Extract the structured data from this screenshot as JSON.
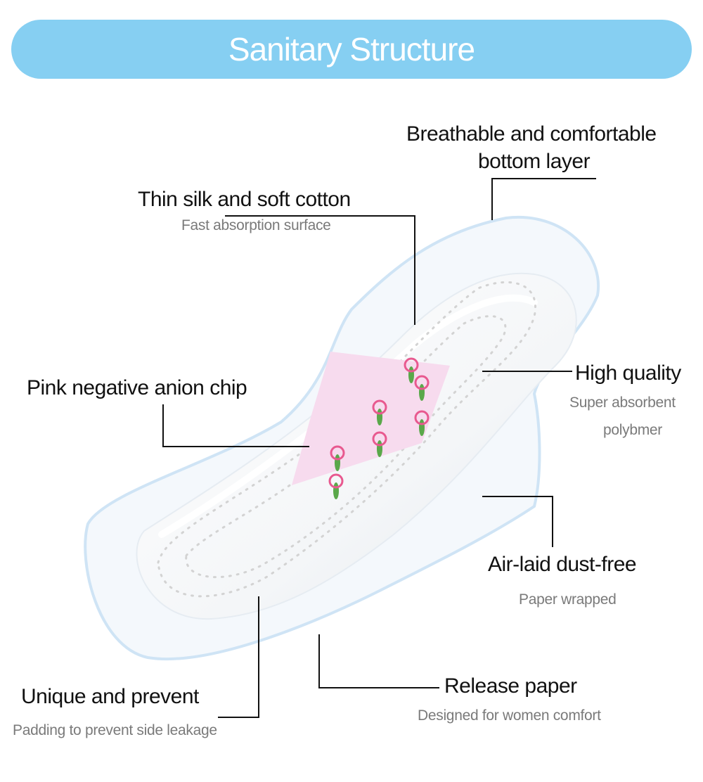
{
  "colors": {
    "banner": "#86cff2",
    "leader_line": "#111111",
    "pad_outline": "#cfe4f5",
    "chip_pink": "#f7dbee",
    "flower_pink": "#e8598f",
    "leaf_green": "#5aa84a",
    "dot_grey": "#d3d3d3"
  },
  "banner": {
    "title": "Sanitary Structure"
  },
  "callouts": {
    "bottom_layer": {
      "title_line1": "Breathable and comfortable",
      "title_line2": "bottom layer"
    },
    "surface": {
      "title": "Thin silk and soft cotton",
      "subtitle": "Fast absorption surface"
    },
    "chip": {
      "title": "Pink negative anion chip"
    },
    "core": {
      "title": "High quality",
      "subtitle_line1": "Super  absorbent",
      "subtitle_line2": "polybmer"
    },
    "airlaid": {
      "title": "Air-laid dust-free",
      "subtitle": "Paper wrapped"
    },
    "side": {
      "title": "Unique and prevent",
      "subtitle": "Padding to prevent side leakage"
    },
    "release": {
      "title": "Release paper",
      "subtitle": "Designed for women comfort"
    }
  }
}
